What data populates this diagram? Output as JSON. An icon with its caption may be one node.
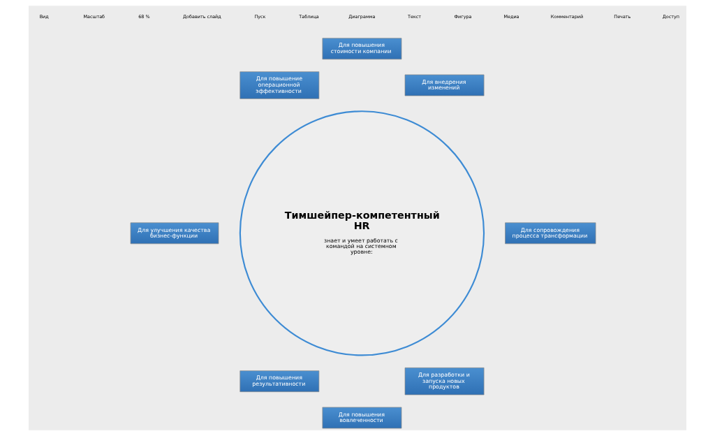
{
  "diagram": {
    "nodes": [
      {
        "text": [
          "Для повышения стоимости компании"
        ]
      },
      {
        "text": [
          "Для повышение операционной эффективности"
        ]
      },
      {
        "text": [
          "Для внедрения изменений"
        ]
      },
      {
        "text": [
          "Тимшейпер-компетентный HR",
          "знает и умеет работать с командой на системном уровне:"
        ]
      },
      {
        "text": [
          "Для улучшения качества бизнес-функции"
        ]
      },
      {
        "text": [
          "Для сопровождения процесса трансформации"
        ]
      },
      {
        "text": [
          "Для повышения результативности"
        ]
      },
      {
        "text": [
          "Для разработки и запуска новых продуктов"
        ]
      },
      {
        "text": [
          "Для повышения вовлеченности"
        ]
      }
    ],
    "edges": [],
    "labels": [
      "Вид",
      "Масштаб",
      "68 %",
      "Добавить слайд",
      "Пуск",
      "Таблица",
      "Диаграмма",
      "Текст",
      "Фигура",
      "Медиа",
      "Комментарий",
      "Печать",
      "Доступ"
    ]
  }
}
